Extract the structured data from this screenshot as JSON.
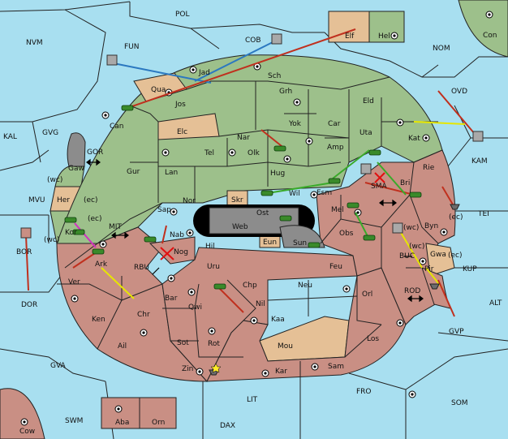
{
  "map": {
    "colors": {
      "sea": "#a8dff0",
      "green_power": "#9dc08b",
      "red_power": "#c98f84",
      "neutral": "#e5c096",
      "impassable": "#8c8c8c",
      "land_pink": "#c98f84"
    },
    "labels": {
      "POL": "POL",
      "NVM": "NVM",
      "FUN": "FUN",
      "COB": "COB",
      "Elf": "Elf",
      "Hel": "Hel",
      "NOM": "NOM",
      "Con": "Con",
      "OVD": "OVD",
      "KAL": "KAL",
      "GVG": "GVG",
      "GOR": "GOR",
      "Gaw": "Gaw",
      "wc1": "(wc)",
      "ec1": "(ec)",
      "Her": "Her",
      "MVU": "MVU",
      "Kor": "Kor",
      "wc2": "(wc)",
      "ec2": "(ec)",
      "MIT": "MIT",
      "BOR": "BOR",
      "Ark": "Ark",
      "Ver": "Ver",
      "DOR": "DOR",
      "RBU": "RBU",
      "Ken": "Ken",
      "Chr": "Chr",
      "Ail": "Ail",
      "GVA": "GVA",
      "SWM": "SWM",
      "Aba": "Aba",
      "Orn": "Orn",
      "DAX": "DAX",
      "Cow": "Cow",
      "LIT": "LIT",
      "Jad": "Jad",
      "Sch": "Sch",
      "Qua": "Qua",
      "Jos": "Jos",
      "Can": "Can",
      "Grh": "Grh",
      "Eld": "Eld",
      "Elc": "Elc",
      "Nar": "Nar",
      "Yok": "Yok",
      "Car": "Car",
      "Uta": "Uta",
      "Kat": "Kat",
      "KAM": "KAM",
      "Tel": "Tel",
      "Olk": "Olk",
      "Amp": "Amp",
      "Gur": "Gur",
      "Lan": "Lan",
      "Hug": "Hug",
      "Rie": "Rie",
      "SMA": "SMA",
      "Bri": "Bri",
      "Nor": "Nor",
      "Skr": "Skr",
      "Ost": "Ost",
      "Wil": "Wil",
      "Esm": "Esm",
      "Sap": "Sap",
      "Web": "Web",
      "Mel": "Mel",
      "Byn": "Byn",
      "TEI": "TEI",
      "wc3": "(wc)",
      "ec3": "(ec)",
      "Nab": "Nab",
      "Eun": "Eun",
      "Sun": "Sun",
      "Obs": "Obs",
      "wc4": "(wc)",
      "Gwa": "Gwa",
      "ec4": "(ec)",
      "BUC": "BUC",
      "KUP": "KUP",
      "Hil": "Hil",
      "Nog": "Nog",
      "Uru": "Uru",
      "Feu": "Feu",
      "Pir": "Pir",
      "Bar": "Bar",
      "Chp": "Chp",
      "Neu": "Neu",
      "Orl": "Orl",
      "ROD": "ROD",
      "Qwi": "Qwi",
      "Nil": "Nil",
      "ALT": "ALT",
      "Kaa": "Kaa",
      "GVP": "GVP",
      "Sot": "Sot",
      "Rot": "Rot",
      "Mou": "Mou",
      "Los": "Los",
      "Zin": "Zin",
      "Kar": "Kar",
      "Sam": "Sam",
      "FRO": "FRO",
      "SOM": "SOM"
    }
  }
}
